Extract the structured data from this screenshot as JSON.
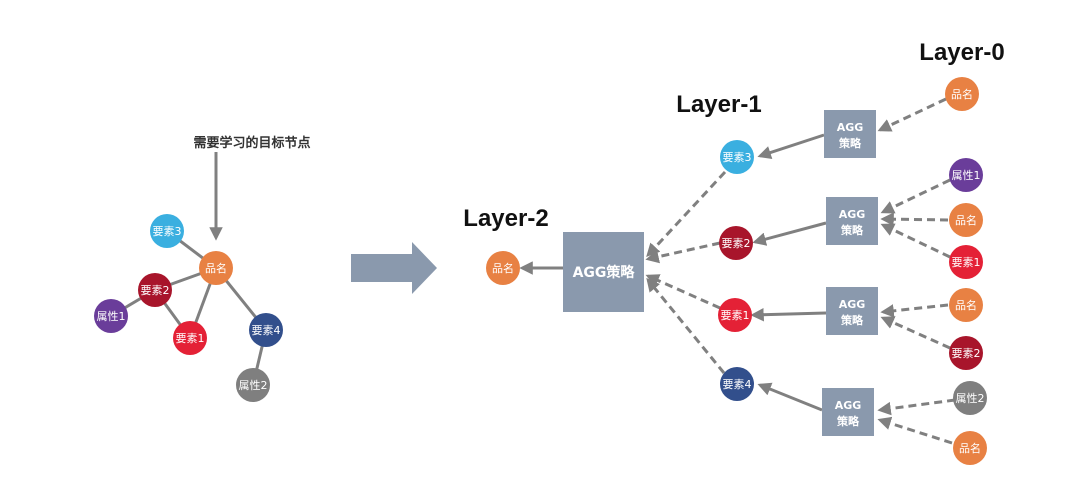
{
  "colors": {
    "product": "#E88143",
    "elem3": "#3AAFE0",
    "elem2": "#A8152B",
    "elem1": "#E42136",
    "elem4": "#324F8C",
    "attr1": "#6A3D9A",
    "attr2": "#7F7F7F",
    "agg": "#8A99AD",
    "edge": "#808080",
    "big_arrow": "#8A99AD"
  },
  "labels": {
    "product": "品名",
    "elem1": "要素1",
    "elem2": "要素2",
    "elem3": "要素3",
    "elem4": "要素4",
    "attr1": "属性1",
    "attr2": "属性2",
    "agg_line1": "AGG",
    "agg_line2": "策略",
    "agg_big": "AGG策略",
    "target": "需要学习的目标节点"
  },
  "layers": {
    "layer0": "Layer-0",
    "layer1": "Layer-1",
    "layer2": "Layer-2"
  }
}
